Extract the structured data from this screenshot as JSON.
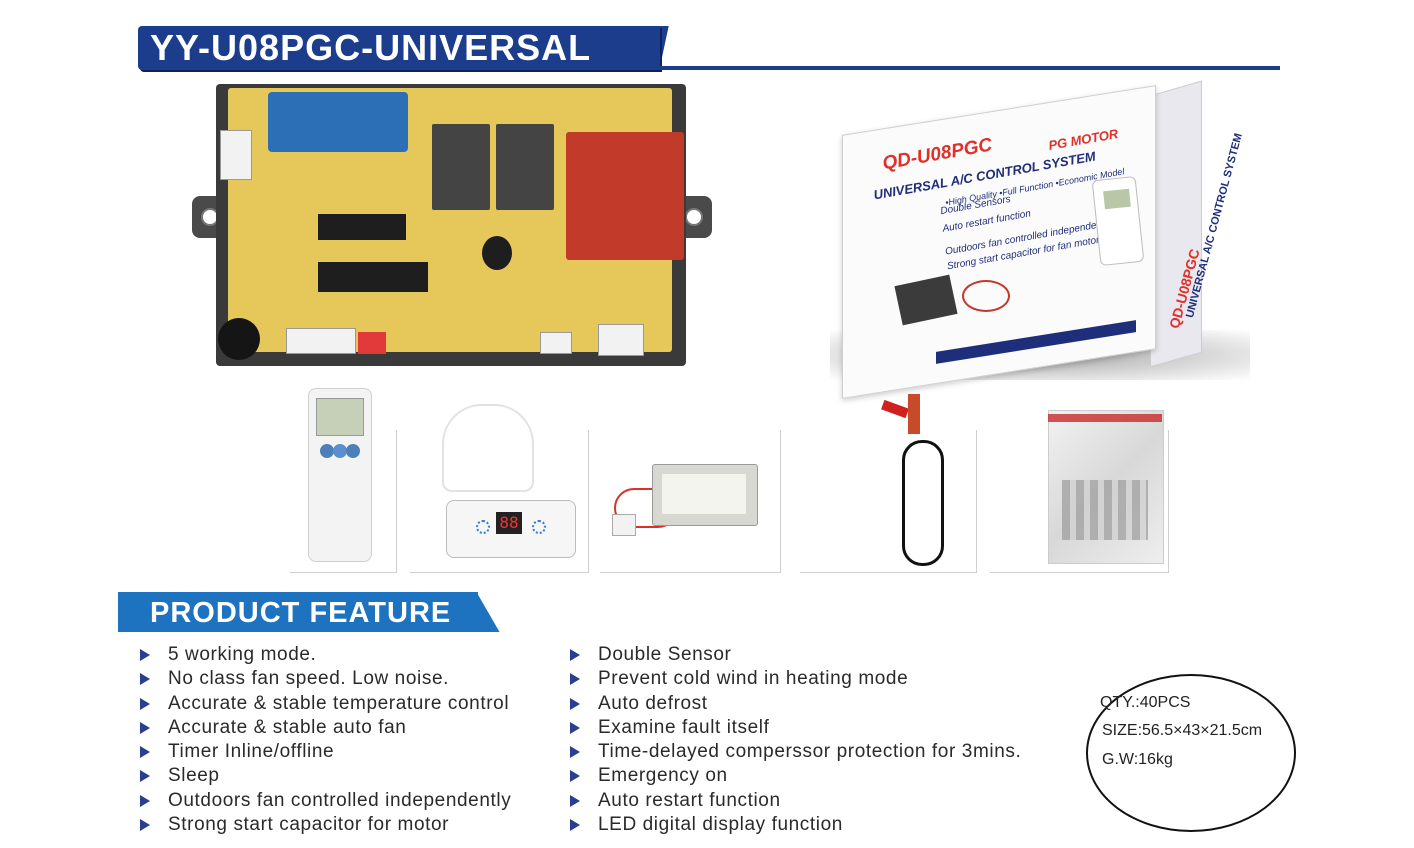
{
  "title": "YY-U08PGC-UNIVERSAL",
  "box": {
    "model": "QD-U08PGC",
    "title_line": "UNIVERSAL A/C CONTROL SYSTEM",
    "title_emphasis": "PG MOTOR",
    "subtitle": "•High Quality •Full Function •Economic Model",
    "features": [
      "Double Sensors",
      "Auto restart function",
      "Outdoors fan controlled independently",
      "Strong start capacitor for fan motor"
    ],
    "side_model": "QD-U08PGC",
    "side_title": "UNIVERSAL A/C CONTROL SYSTEM"
  },
  "display_digits": "88",
  "section_title": "PRODUCT FEATURE",
  "features_left": [
    "5 working mode.",
    "No class fan speed. Low noise.",
    "Accurate & stable temperature control",
    "Accurate & stable auto fan",
    "Timer Inline/offline",
    "Sleep",
    "Outdoors fan controlled independently",
    "Strong start capacitor for motor"
  ],
  "features_right": [
    "Double Sensor",
    "Prevent cold wind in heating mode",
    "Auto defrost",
    "Examine fault itself",
    "Time-delayed comperssor protection for 3mins.",
    "Emergency on",
    "Auto restart function",
    "LED digital display function"
  ],
  "spec": {
    "qty": "QTY.:40PCS",
    "size": "SIZE:56.5×43×21.5cm",
    "weight": "G.W:16kg"
  },
  "colors": {
    "title_bar": "#1c3d8c",
    "section_bar": "#1e73c0",
    "bullet": "#2a3f8f",
    "box_red": "#e0302a"
  }
}
